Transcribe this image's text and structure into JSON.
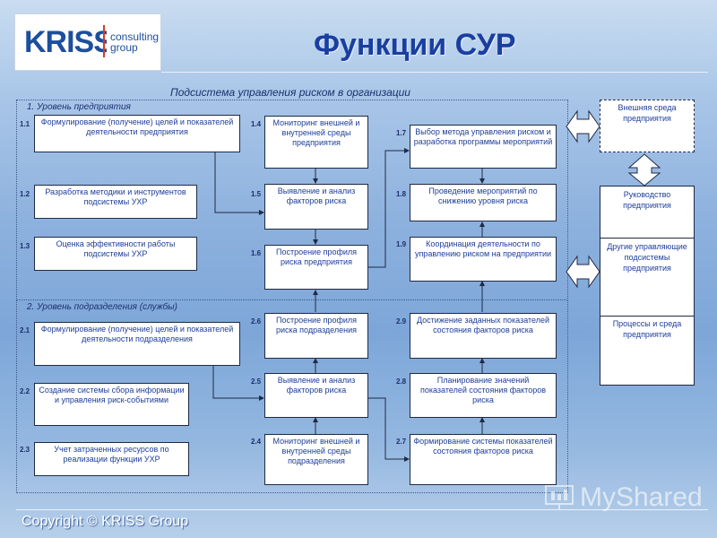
{
  "logo": {
    "text_line1": "consulting",
    "text_line2": "group"
  },
  "title": "Функции СУР",
  "subsystem_label": "Подсистема управления риском в организации",
  "level1_label": "1. Уровень предприятия",
  "level2_label": "2. Уровень подразделения (службы)",
  "nodes": {
    "n11": {
      "num": "1.1",
      "text": "Формулирование (получение) целей и показателей деятельности предприятия"
    },
    "n12": {
      "num": "1.2",
      "text": "Разработка методики и инструментов подсистемы УХР"
    },
    "n13": {
      "num": "1.3",
      "text": "Оценка эффективности работы подсистемы УХР"
    },
    "n14": {
      "num": "1.4",
      "text": "Мониторинг внешней и внутренней среды предприятия"
    },
    "n15": {
      "num": "1.5",
      "text": "Выявление и анализ факторов риска"
    },
    "n16": {
      "num": "1.6",
      "text": "Построение профиля риска предприятия"
    },
    "n17": {
      "num": "1.7",
      "text": "Выбор метода управления риском и разработка программы мероприятий"
    },
    "n18": {
      "num": "1.8",
      "text": "Проведение мероприятий по снижению уровня риска"
    },
    "n19": {
      "num": "1.9",
      "text": "Координация деятельности по управлению риском на предприятии"
    },
    "n21": {
      "num": "2.1",
      "text": "Формулирование (получение) целей и показателей деятельности подразделения"
    },
    "n22": {
      "num": "2.2",
      "text": "Создание системы сбора информации и управления риск-событиями"
    },
    "n23": {
      "num": "2.3",
      "text": "Учет затраченных ресурсов по реализации функции УХР"
    },
    "n24": {
      "num": "2.4",
      "text": "Мониторинг внешней и внутренней среды подразделения"
    },
    "n25": {
      "num": "2.5",
      "text": "Выявление и анализ факторов риска"
    },
    "n26": {
      "num": "2.6",
      "text": "Построение профиля риска подразделения"
    },
    "n27": {
      "num": "2.7",
      "text": "Формирование системы показателей состояния факторов риска"
    },
    "n28": {
      "num": "2.8",
      "text": "Планирование значений показателей состояния факторов риска"
    },
    "n29": {
      "num": "2.9",
      "text": "Достижение заданных показателей состояния факторов риска"
    }
  },
  "right_panel": {
    "external": "Внешняя среда предприятия",
    "management": "Руководство предприятия",
    "other": "Другие управляющие подсистемы предприятия",
    "processes": "Процессы и среда предприятия"
  },
  "copyright": "Copyright © KRISS Group",
  "watermark": "MyShared",
  "colors": {
    "box_text": "#1d3d9a",
    "title": "#1a3fa0",
    "background": "#8eb2de"
  }
}
